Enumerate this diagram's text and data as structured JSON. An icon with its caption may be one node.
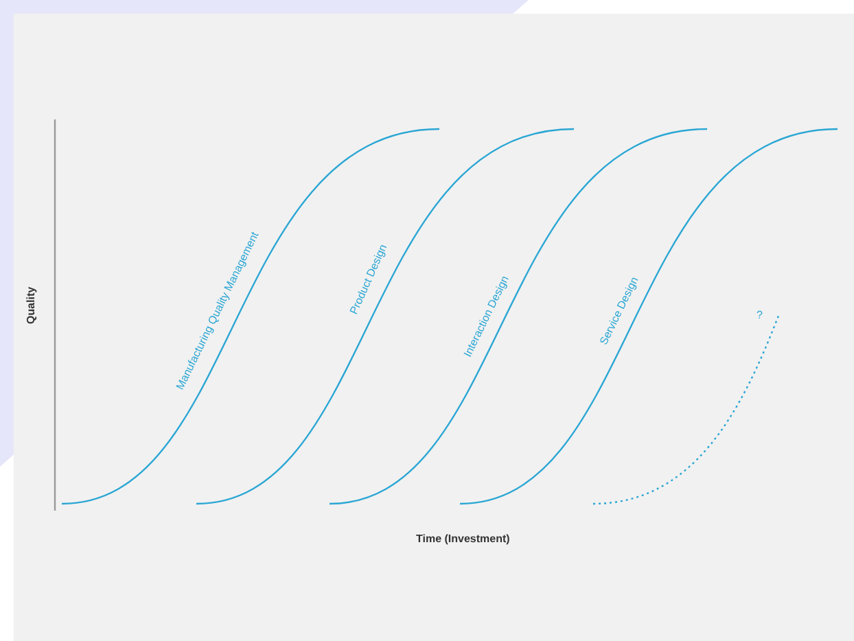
{
  "diagram": {
    "labels": [
      "Quality",
      "Manufacturing Quality Management",
      "Product Design",
      "Interaction Design",
      "Service Design",
      "?",
      "Time (Investment)"
    ]
  }
}
